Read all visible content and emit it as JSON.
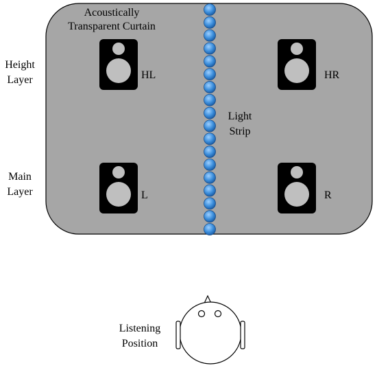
{
  "labels": {
    "curtain_line1": "Acoustically",
    "curtain_line2": "Transparent Curtain",
    "height_layer_line1": "Height",
    "height_layer_line2": "Layer",
    "main_layer_line1": "Main",
    "main_layer_line2": "Layer",
    "light_strip_line1": "Light",
    "light_strip_line2": "Strip",
    "listening_line1": "Listening",
    "listening_line2": "Position"
  },
  "speakers": [
    {
      "id": "HL",
      "label": "HL"
    },
    {
      "id": "HR",
      "label": "HR"
    },
    {
      "id": "L",
      "label": "L"
    },
    {
      "id": "R",
      "label": "R"
    }
  ],
  "light_strip": {
    "bead_count": 18
  },
  "colors": {
    "curtain_fill": "#a6a6a6",
    "speaker_body": "#000000",
    "speaker_driver": "#bfbfbf",
    "bead": "#3d8fdc"
  }
}
